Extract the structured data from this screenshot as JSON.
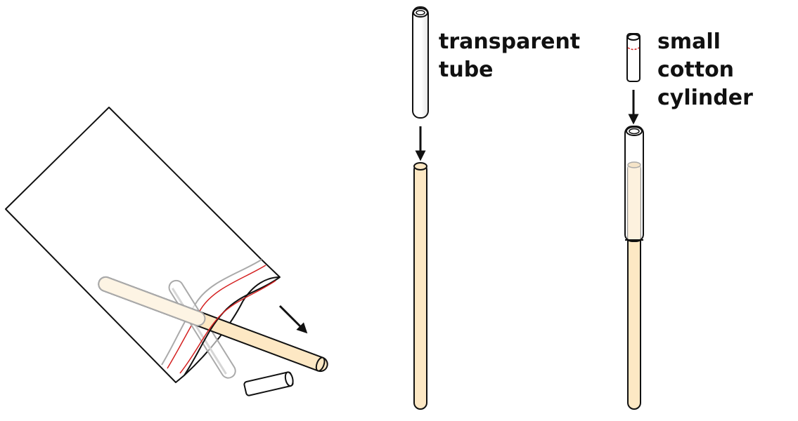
{
  "labels": {
    "transparent_tube": [
      "transparent",
      "tube"
    ],
    "cotton_cylinder": [
      "small",
      "cotton",
      "cylinder"
    ]
  },
  "colors": {
    "outline": "#111111",
    "stick_fill": "#fde8c4",
    "tube_fill": "#ffffff",
    "tube_shade": "#eeeeee",
    "zipper": "#d42020",
    "faded_outline": "#aaaaaa"
  }
}
